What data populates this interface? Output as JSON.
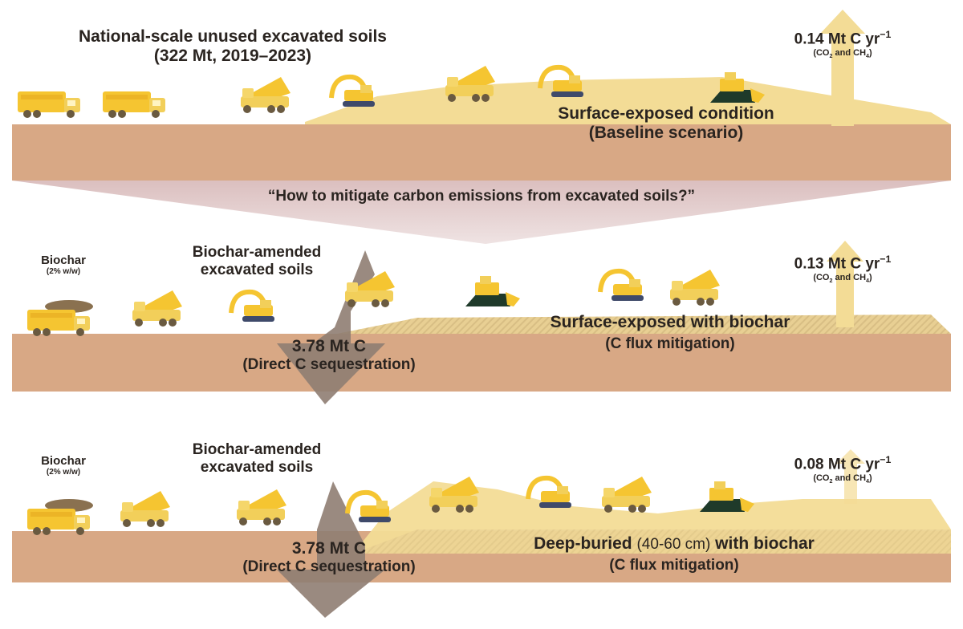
{
  "diagram": {
    "type": "scenario-diagram",
    "colors": {
      "soil": "#d8a885",
      "topsoil": "#f3dc96",
      "vehicle_yellow": "#f5c531",
      "sequestration_arrow": "#8f7d72",
      "funnel": "#e4d1d1",
      "text": "#2a2420"
    },
    "panel_1": {
      "title_line1": "National-scale unused excavated soils",
      "title_line2": "(322 Mt, 2019–2023)",
      "scenario_line1": "Surface-exposed condition",
      "scenario_line2": "(Baseline scenario)",
      "emission_value": "0.14 Mt C yr",
      "emission_unit_sup": "−1",
      "emission_gases_pre": "(CO",
      "emission_gases_sub1": "2",
      "emission_gases_mid": " and CH",
      "emission_gases_sub2": "4",
      "emission_gases_post": ")"
    },
    "question": "“How to mitigate carbon emissions from excavated soils?”",
    "panel_2": {
      "biochar_label": "Biochar",
      "biochar_rate": "(2% w/w)",
      "amended_line1": "Biochar-amended",
      "amended_line2": "excavated soils",
      "sequestration_value": "3.78 Mt C",
      "sequestration_label": "(Direct C sequestration)",
      "scenario_line1": "Surface-exposed with biochar",
      "scenario_line2": "(C flux mitigation)",
      "emission_value": "0.13 Mt C yr",
      "emission_unit_sup": "−1",
      "emission_gases_pre": "(CO",
      "emission_gases_sub1": "2",
      "emission_gases_mid": " and CH",
      "emission_gases_sub2": "4",
      "emission_gases_post": ")"
    },
    "panel_3": {
      "biochar_label": "Biochar",
      "biochar_rate": "(2% w/w)",
      "amended_line1": "Biochar-amended",
      "amended_line2": "excavated soils",
      "sequestration_value": "3.78 Mt C",
      "sequestration_label": "(Direct C sequestration)",
      "scenario_line1_pre": "Deep-buried ",
      "scenario_line1_depth": "(40-60 cm)",
      "scenario_line1_post": " with biochar",
      "scenario_line2": "(C flux mitigation)",
      "emission_value": "0.08 Mt C yr",
      "emission_unit_sup": "−1",
      "emission_gases_pre": "(CO",
      "emission_gases_sub1": "2",
      "emission_gases_mid": " and CH",
      "emission_gases_sub2": "4",
      "emission_gases_post": ")"
    }
  }
}
